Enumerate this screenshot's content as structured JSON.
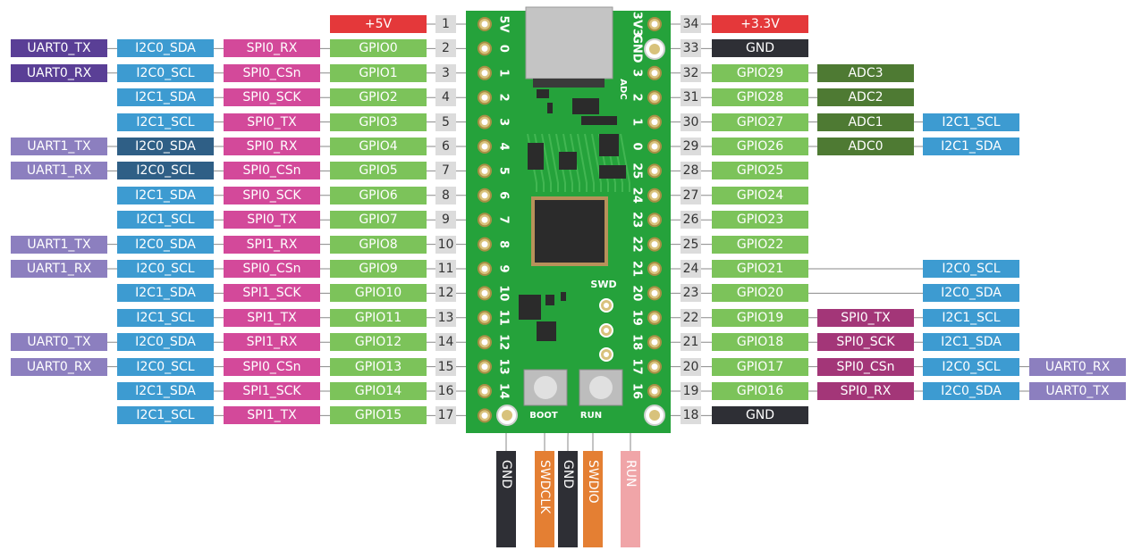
{
  "colors": {
    "uart0": "#5a3f96",
    "uart1": "#8c7fbf",
    "i2c_light": "#3d9bd1",
    "i2c_dark": "#2f5f86",
    "spi0": "#d3499a",
    "spi_dark": "#a33678",
    "spi1": "#c94693",
    "gpio": "#7cc35a",
    "adc": "#4e7a33",
    "power": "#e4383a",
    "gnd": "#2e2f35",
    "swd_orange": "#e47f33",
    "run_pink": "#f0a5a8",
    "pin_grey": "#dcdcdc",
    "pcb": "#25a23b"
  },
  "left_rows": [
    {
      "pin": "1",
      "gpio": "+5V",
      "gpio_type": "power",
      "spi": "",
      "i2c": "",
      "uart": ""
    },
    {
      "pin": "2",
      "gpio": "GPIO0",
      "gpio_type": "gpio",
      "spi": "SPI0_RX",
      "i2c": "I2C0_SDA",
      "uart": "UART0_TX",
      "uart_type": "uart0"
    },
    {
      "pin": "3",
      "gpio": "GPIO1",
      "gpio_type": "gpio",
      "spi": "SPI0_CSn",
      "i2c": "I2C0_SCL",
      "uart": "UART0_RX",
      "uart_type": "uart0"
    },
    {
      "pin": "4",
      "gpio": "GPIO2",
      "gpio_type": "gpio",
      "spi": "SPI0_SCK",
      "i2c": "I2C1_SDA",
      "uart": ""
    },
    {
      "pin": "5",
      "gpio": "GPIO3",
      "gpio_type": "gpio",
      "spi": "SPI0_TX",
      "i2c": "I2C1_SCL",
      "uart": ""
    },
    {
      "pin": "6",
      "gpio": "GPIO4",
      "gpio_type": "gpio",
      "spi": "SPI0_RX",
      "i2c": "I2C0_SDA",
      "i2c_type": "dark",
      "uart": "UART1_TX",
      "uart_type": "uart1"
    },
    {
      "pin": "7",
      "gpio": "GPIO5",
      "gpio_type": "gpio",
      "spi": "SPI0_CSn",
      "i2c": "I2C0_SCL",
      "i2c_type": "dark",
      "uart": "UART1_RX",
      "uart_type": "uart1"
    },
    {
      "pin": "8",
      "gpio": "GPIO6",
      "gpio_type": "gpio",
      "spi": "SPI0_SCK",
      "i2c": "I2C1_SDA",
      "uart": ""
    },
    {
      "pin": "9",
      "gpio": "GPIO7",
      "gpio_type": "gpio",
      "spi": "SPI0_TX",
      "i2c": "I2C1_SCL",
      "uart": ""
    },
    {
      "pin": "10",
      "gpio": "GPIO8",
      "gpio_type": "gpio",
      "spi": "SPI1_RX",
      "i2c": "I2C0_SDA",
      "uart": "UART1_TX",
      "uart_type": "uart1"
    },
    {
      "pin": "11",
      "gpio": "GPIO9",
      "gpio_type": "gpio",
      "spi": "SPI0_CSn",
      "i2c": "I2C0_SCL",
      "uart": "UART1_RX",
      "uart_type": "uart1"
    },
    {
      "pin": "12",
      "gpio": "GPIO10",
      "gpio_type": "gpio",
      "spi": "SPI1_SCK",
      "i2c": "I2C1_SDA",
      "uart": ""
    },
    {
      "pin": "13",
      "gpio": "GPIO11",
      "gpio_type": "gpio",
      "spi": "SPI1_TX",
      "i2c": "I2C1_SCL",
      "uart": ""
    },
    {
      "pin": "14",
      "gpio": "GPIO12",
      "gpio_type": "gpio",
      "spi": "SPI1_RX",
      "i2c": "I2C0_SDA",
      "uart": "UART0_TX",
      "uart_type": "uart1"
    },
    {
      "pin": "15",
      "gpio": "GPIO13",
      "gpio_type": "gpio",
      "spi": "SPI0_CSn",
      "i2c": "I2C0_SCL",
      "uart": "UART0_RX",
      "uart_type": "uart1"
    },
    {
      "pin": "16",
      "gpio": "GPIO14",
      "gpio_type": "gpio",
      "spi": "SPI1_SCK",
      "i2c": "I2C1_SDA",
      "uart": ""
    },
    {
      "pin": "17",
      "gpio": "GPIO15",
      "gpio_type": "gpio",
      "spi": "SPI1_TX",
      "i2c": "I2C1_SCL",
      "uart": ""
    }
  ],
  "right_rows": [
    {
      "pin": "34",
      "gpio": "+3.3V",
      "gpio_type": "power",
      "extra1": "",
      "extra2": "",
      "extra3": ""
    },
    {
      "pin": "33",
      "gpio": "GND",
      "gpio_type": "gnd",
      "extra1": "",
      "extra2": "",
      "extra3": ""
    },
    {
      "pin": "32",
      "gpio": "GPIO29",
      "gpio_type": "gpio",
      "extra1": "ADC3",
      "extra1_type": "adc",
      "extra2": "",
      "extra3": ""
    },
    {
      "pin": "31",
      "gpio": "GPIO28",
      "gpio_type": "gpio",
      "extra1": "ADC2",
      "extra1_type": "adc",
      "extra2": "",
      "extra3": ""
    },
    {
      "pin": "30",
      "gpio": "GPIO27",
      "gpio_type": "gpio",
      "extra1": "ADC1",
      "extra1_type": "adc",
      "extra2": "I2C1_SCL",
      "extra3": ""
    },
    {
      "pin": "29",
      "gpio": "GPIO26",
      "gpio_type": "gpio",
      "extra1": "ADC0",
      "extra1_type": "adc",
      "extra2": "I2C1_SDA",
      "extra3": ""
    },
    {
      "pin": "28",
      "gpio": "GPIO25",
      "gpio_type": "gpio",
      "extra1": "",
      "extra2": "",
      "extra3": ""
    },
    {
      "pin": "27",
      "gpio": "GPIO24",
      "gpio_type": "gpio",
      "extra1": "",
      "extra2": "",
      "extra3": ""
    },
    {
      "pin": "26",
      "gpio": "GPIO23",
      "gpio_type": "gpio",
      "extra1": "",
      "extra2": "",
      "extra3": ""
    },
    {
      "pin": "25",
      "gpio": "GPIO22",
      "gpio_type": "gpio",
      "extra1": "",
      "extra2": "",
      "extra3": ""
    },
    {
      "pin": "24",
      "gpio": "GPIO21",
      "gpio_type": "gpio",
      "extra1": "",
      "extra2": "I2C0_SCL",
      "extra3": ""
    },
    {
      "pin": "23",
      "gpio": "GPIO20",
      "gpio_type": "gpio",
      "extra1": "",
      "extra2": "I2C0_SDA",
      "extra3": ""
    },
    {
      "pin": "22",
      "gpio": "GPIO19",
      "gpio_type": "gpio",
      "extra1": "SPI0_TX",
      "extra1_type": "spi_dark",
      "extra2": "I2C1_SCL",
      "extra3": ""
    },
    {
      "pin": "21",
      "gpio": "GPIO18",
      "gpio_type": "gpio",
      "extra1": "SPI0_SCK",
      "extra1_type": "spi_dark",
      "extra2": "I2C1_SDA",
      "extra3": ""
    },
    {
      "pin": "20",
      "gpio": "GPIO17",
      "gpio_type": "gpio",
      "extra1": "SPI0_CSn",
      "extra1_type": "spi_dark",
      "extra2": "I2C0_SCL",
      "extra3": "UART0_RX"
    },
    {
      "pin": "19",
      "gpio": "GPIO16",
      "gpio_type": "gpio",
      "extra1": "SPI0_RX",
      "extra1_type": "spi_dark",
      "extra2": "I2C0_SDA",
      "extra3": "UART0_TX"
    },
    {
      "pin": "18",
      "gpio": "GND",
      "gpio_type": "gnd",
      "extra1": "",
      "extra2": "",
      "extra3": ""
    }
  ],
  "bottom_pins": [
    {
      "label": "GND",
      "type": "gnd"
    },
    {
      "label": "SWDCLK",
      "type": "swd_orange"
    },
    {
      "label": "GND",
      "type": "gnd"
    },
    {
      "label": "SWDIO",
      "type": "swd_orange"
    },
    {
      "label": "RUN",
      "type": "run_pink"
    }
  ],
  "board": {
    "left_silk": [
      "5V",
      "0",
      "1",
      "2",
      "3",
      "4",
      "5",
      "6",
      "7",
      "8",
      "9",
      "10",
      "11",
      "12",
      "13",
      "14"
    ],
    "right_silk": [
      "3V3",
      "GND",
      "3",
      "2",
      "1",
      "0",
      "25",
      "24",
      "23",
      "22",
      "21",
      "20",
      "19",
      "18",
      "17",
      "16"
    ],
    "adc_text": "ADC",
    "swd_text": "SWD",
    "boot_text": "BOOT",
    "run_text": "RUN"
  }
}
